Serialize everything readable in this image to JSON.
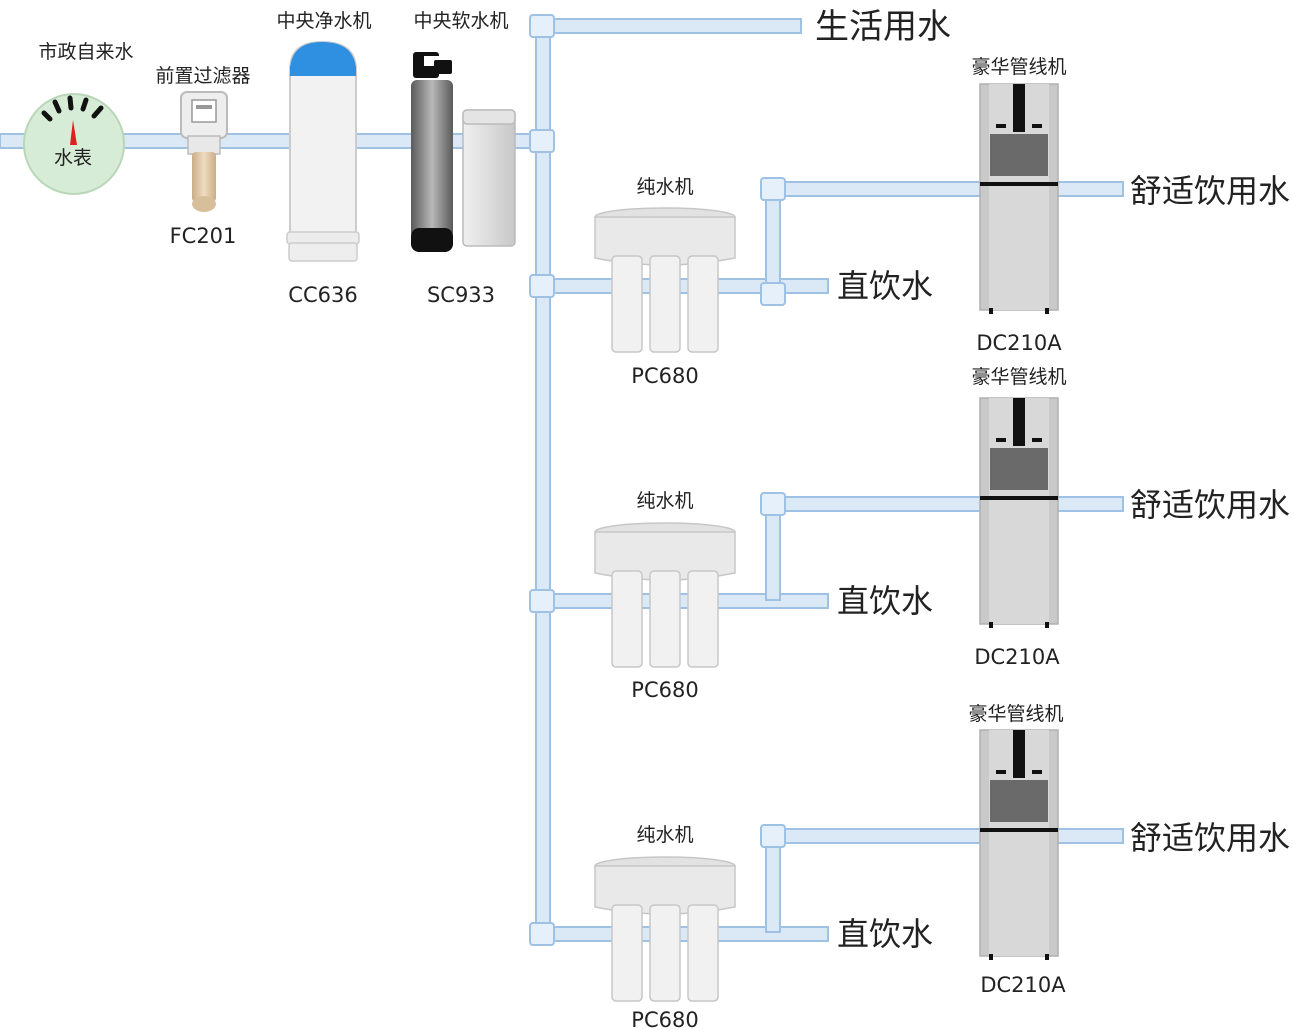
{
  "labels": {
    "municipal_water": "市政自来水",
    "water_meter": "水表",
    "pre_filter": "前置过滤器",
    "pre_filter_model": "FC201",
    "central_purifier": "中央净水机",
    "central_purifier_model": "CC636",
    "central_softener": "中央软水机",
    "central_softener_model": "SC933",
    "domestic_water": "生活用水"
  },
  "branches": [
    {
      "pure_machine": "纯水机",
      "pure_model": "PC680",
      "direct_drink": "直饮水",
      "pipeline_machine": "豪华管线机",
      "pipeline_model": "DC210A",
      "comfort_drink": "舒适饮用水"
    },
    {
      "pure_machine": "纯水机",
      "pure_model": "PC680",
      "direct_drink": "直饮水",
      "pipeline_machine": "豪华管线机",
      "pipeline_model": "DC210A",
      "comfort_drink": "舒适饮用水"
    },
    {
      "pure_machine": "纯水机",
      "pure_model": "PC680",
      "direct_drink": "直饮水",
      "pipeline_machine": "豪华管线机",
      "pipeline_model": "DC210A",
      "comfort_drink": "舒适饮用水"
    }
  ],
  "colors": {
    "pipe_fill": "#dbe9f7",
    "pipe_edge": "#9fc1e3",
    "meter_face": "#d6ecd6",
    "purifier_cap": "#2f8fe0",
    "machine_gray": "#c9c9c9"
  }
}
